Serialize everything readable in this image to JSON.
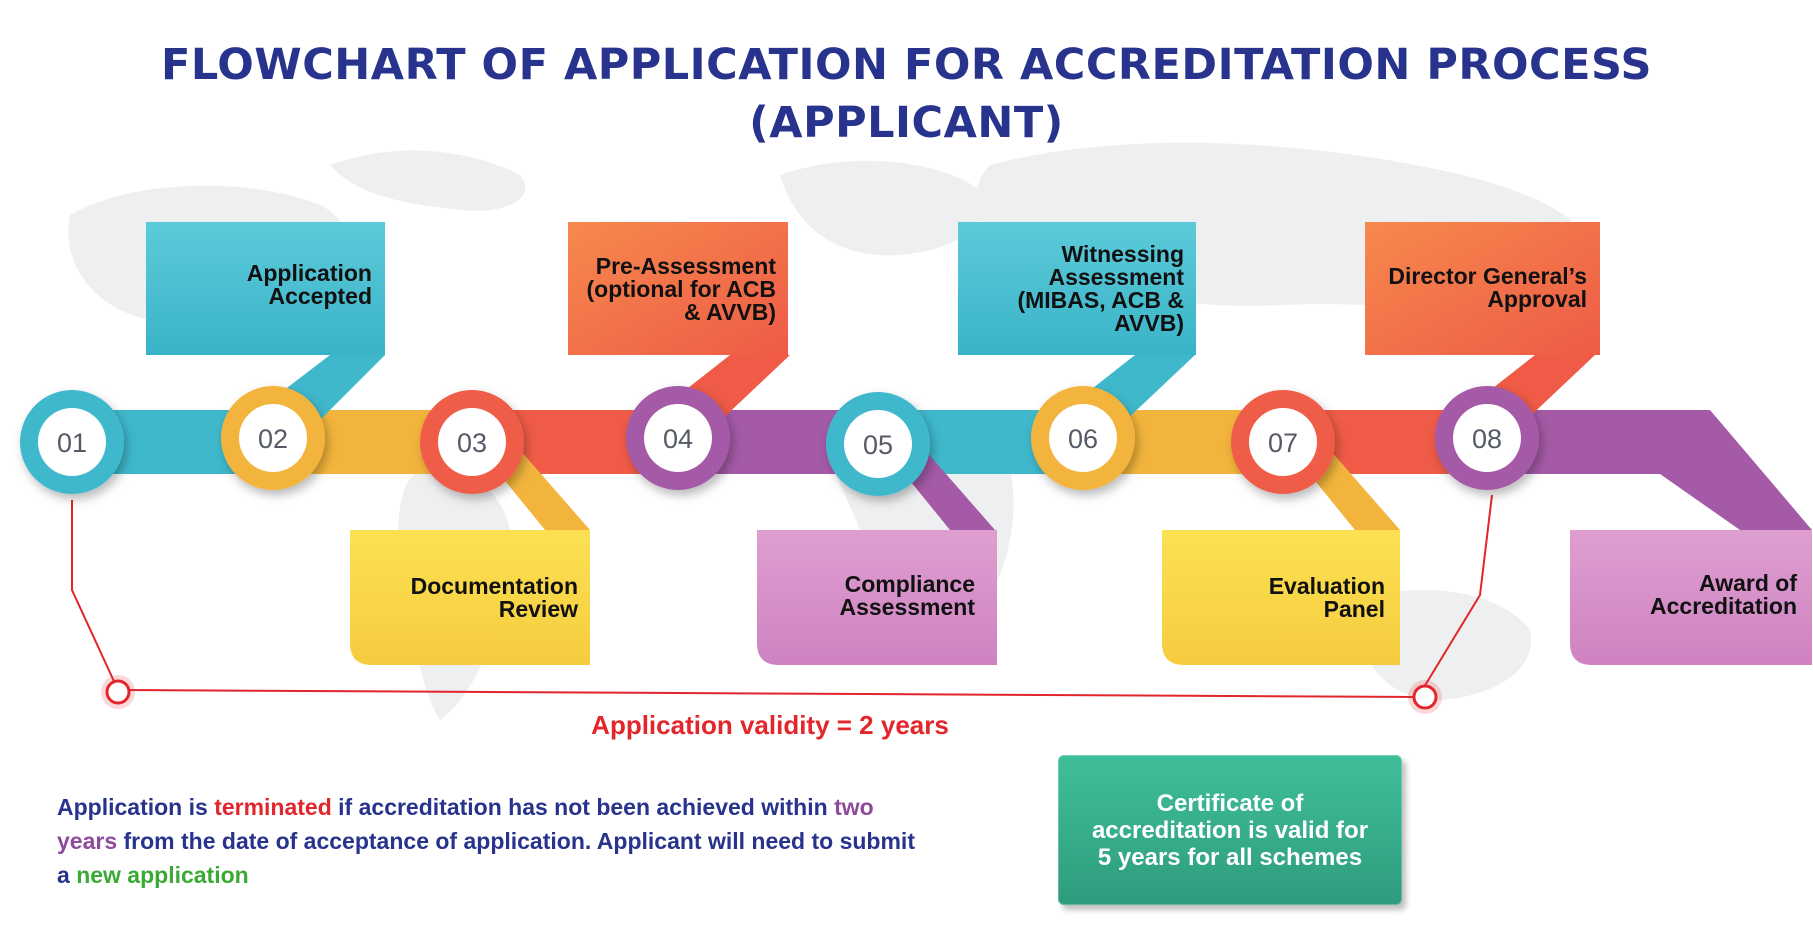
{
  "title": {
    "line1": "FLOWCHART OF APPLICATION FOR ACCREDITATION PROCESS",
    "line2": "(APPLICANT)"
  },
  "colors": {
    "teal": "#3fb8cc",
    "yellow": "#f2b43c",
    "red": "#ef5b47",
    "purple": "#a45aa6",
    "title_blue": "#27338c",
    "accent_red": "#e2262b",
    "cert_green": "#35ab8a"
  },
  "steps": [
    {
      "number": "01",
      "color": "teal"
    },
    {
      "number": "02",
      "color": "yellow"
    },
    {
      "number": "03",
      "color": "red"
    },
    {
      "number": "04",
      "color": "purple"
    },
    {
      "number": "05",
      "color": "teal"
    },
    {
      "number": "06",
      "color": "yellow"
    },
    {
      "number": "07",
      "color": "red"
    },
    {
      "number": "08",
      "color": "purple"
    }
  ],
  "boxes": [
    {
      "label": "Application\nAccepted",
      "color": "teal"
    },
    {
      "label": "Documentation\nReview",
      "color": "yellow"
    },
    {
      "label": "Pre-Assessment\n(optional for ACB\n& AVVB)",
      "color": "orange"
    },
    {
      "label": "Compliance\nAssessment",
      "color": "pink"
    },
    {
      "label": "Witnessing\nAssessment\n(MIBAS, ACB &\nAVVB)",
      "color": "teal"
    },
    {
      "label": "Evaluation\nPanel",
      "color": "yellow"
    },
    {
      "label": "Director General’s\nApproval",
      "color": "orange"
    },
    {
      "label": "Award of\nAccreditation",
      "color": "pink"
    }
  ],
  "validity_label": "Application validity = 2 years",
  "note": {
    "part1": "Application is ",
    "terminated": "terminated",
    "part2": " if accreditation has not been achieved within ",
    "two_years": "two years",
    "part3": " from the date of acceptance of application. Applicant will need to submit a ",
    "new_application": "new application"
  },
  "certificate": "Certificate of\naccreditation is valid for\n5 years for all schemes"
}
